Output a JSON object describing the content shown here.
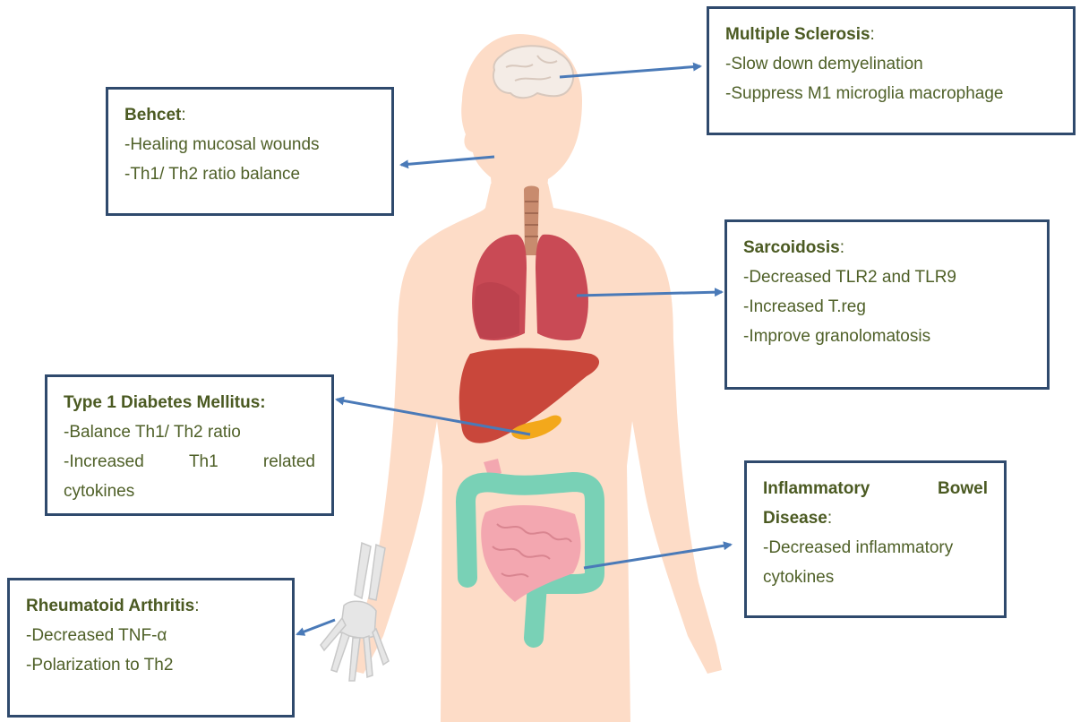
{
  "colors": {
    "box_border": "#2f4a6d",
    "title_text": "#4b5a22",
    "body_text": "#4f6028",
    "arrow": "#4a7ab8",
    "body_silhouette": "#fddcc7",
    "lungs": "#c94a55",
    "liver": "#c9473b",
    "pancreas": "#f3a81b",
    "large_intestine": "#79d1b6",
    "small_intestine": "#f3a7b0",
    "brain": "#f4ece6",
    "skeleton": "#e6e6e6"
  },
  "callouts": {
    "multiple_sclerosis": {
      "title": "Multiple Sclerosis",
      "suffix": ":",
      "lines": [
        "-Slow down demyelination",
        "-Suppress M1 microglia macrophage"
      ]
    },
    "behcet": {
      "title": "Behcet",
      "suffix": ":",
      "lines": [
        "-Healing mucosal wounds",
        "-Th1/ Th2 ratio balance"
      ]
    },
    "sarcoidosis": {
      "title": "Sarcoidosis",
      "suffix": ":",
      "lines": [
        "-Decreased TLR2 and TLR9",
        "-Increased T.reg",
        "-Improve granolomatosis"
      ]
    },
    "t1dm": {
      "title": "Type 1 Diabetes Mellitus:",
      "lines": [
        "-Balance Th1/ Th2 ratio"
      ],
      "justified_words": [
        "-Increased",
        "Th1",
        "related"
      ],
      "last_line": "cytokines"
    },
    "ibd": {
      "title_words": [
        "Inflammatory",
        "Bowel"
      ],
      "title_line2": "Disease",
      "suffix": ":",
      "lines": [
        "-Decreased inflammatory",
        "cytokines"
      ]
    },
    "ra": {
      "title": "Rheumatoid Arthritis",
      "suffix": ":",
      "lines": [
        "-Decreased TNF-α",
        "-Polarization to Th2"
      ]
    }
  }
}
